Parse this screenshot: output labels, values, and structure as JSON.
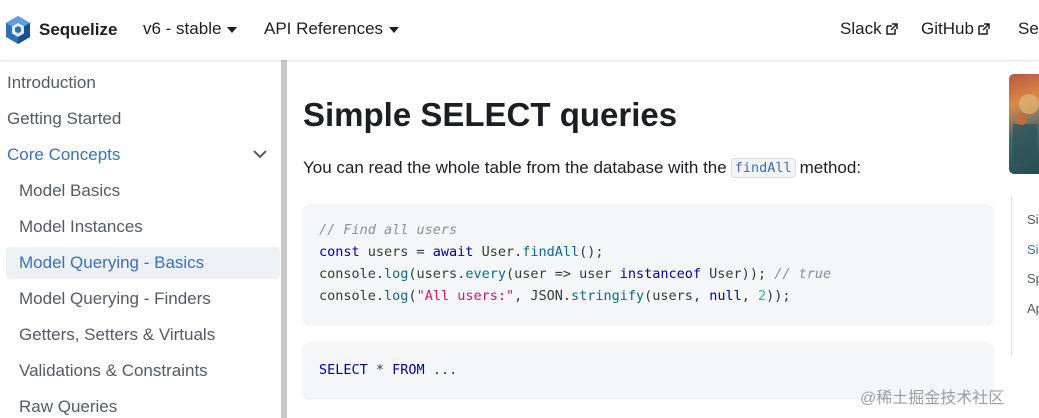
{
  "navbar": {
    "brand": "Sequelize",
    "version": "v6 - stable",
    "api": "API References",
    "slack": "Slack",
    "github": "GitHub",
    "search_partial": "Se"
  },
  "sidebar": {
    "items": [
      {
        "label": "Introduction"
      },
      {
        "label": "Getting Started"
      },
      {
        "label": "Core Concepts"
      },
      {
        "label": "Model Basics"
      },
      {
        "label": "Model Instances"
      },
      {
        "label": "Model Querying - Basics"
      },
      {
        "label": "Model Querying - Finders"
      },
      {
        "label": "Getters, Setters & Virtuals"
      },
      {
        "label": "Validations & Constraints"
      },
      {
        "label": "Raw Queries"
      }
    ]
  },
  "main": {
    "title": "Simple SELECT queries",
    "para_before": "You can read the whole table from the database with the",
    "para_code": "findAll",
    "para_after": "method:",
    "code1": {
      "l1": "// Find all users",
      "l2_kw1": "const",
      "l2_a": " users = ",
      "l2_kw2": "await",
      "l2_b": " User.",
      "l2_fn": "findAll",
      "l2_c": "();",
      "l3_a": "console.",
      "l3_fn1": "log",
      "l3_b": "(users.",
      "l3_fn2": "every",
      "l3_c": "(user => user ",
      "l3_kw": "instanceof",
      "l3_d": " User)); ",
      "l3_comment": "// true",
      "l4_a": "console.",
      "l4_fn1": "log",
      "l4_b": "(",
      "l4_str": "\"All users:\"",
      "l4_c": ", JSON.",
      "l4_fn2": "stringify",
      "l4_d": "(users, ",
      "l4_kw": "null",
      "l4_e": ", ",
      "l4_num": "2",
      "l4_f": "));"
    },
    "code2": {
      "kw1": "SELECT",
      "a": " * ",
      "kw2": "FROM",
      "b": " ..."
    }
  },
  "toc": {
    "items": [
      {
        "label": "Si"
      },
      {
        "label": "Si"
      },
      {
        "label": "Sp"
      },
      {
        "label": "Ap"
      }
    ]
  },
  "watermark": "@稀土掘金技术社区",
  "colors": {
    "accent": "#3b70c0",
    "active_bg": "#eef1f4",
    "code_bg": "#f5f6f7"
  }
}
